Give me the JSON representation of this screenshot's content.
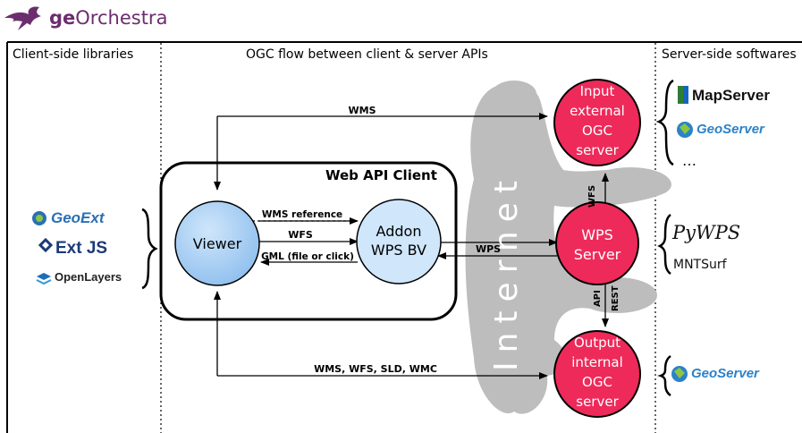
{
  "logo": {
    "prefix": "ge",
    "name": "Orchestra",
    "color": "#6b2d6e"
  },
  "sections": {
    "client": "Client-side libraries",
    "flow": "OGC flow between client & server APIs",
    "server": "Server-side softwares"
  },
  "client_libraries": [
    "GeoExt",
    "Ext JS",
    "OpenLayers"
  ],
  "web_api_client": {
    "title": "Web API Client",
    "viewer": "Viewer",
    "addon": [
      "Addon",
      "WPS BV"
    ]
  },
  "servers": {
    "input": [
      "Input",
      "external",
      "OGC",
      "server"
    ],
    "wps": [
      "WPS",
      "Server"
    ],
    "output": [
      "Output",
      "internal",
      "OGC",
      "server"
    ]
  },
  "internet_label": "Internet",
  "flows": {
    "wms": "WMS",
    "wms_reference": "WMS reference",
    "wfs": "WFS",
    "gml": "GML (file or click)",
    "wps": "WPS",
    "wfs_vertical": "WFS",
    "api": "API",
    "rest": "REST",
    "bottom": "WMS, WFS, SLD, WMC"
  },
  "server_softwares": {
    "mapserver": "MapServer",
    "geoserver": "GeoServer",
    "ellipsis": "…",
    "pywps": "PyWPS",
    "mntsurf": "MNTSurf"
  },
  "colors": {
    "server_fill": "#ee2a5a",
    "client_fill": "#a8cff3",
    "cloud": "#bdbdbd",
    "brand": "#6b2d6e"
  }
}
